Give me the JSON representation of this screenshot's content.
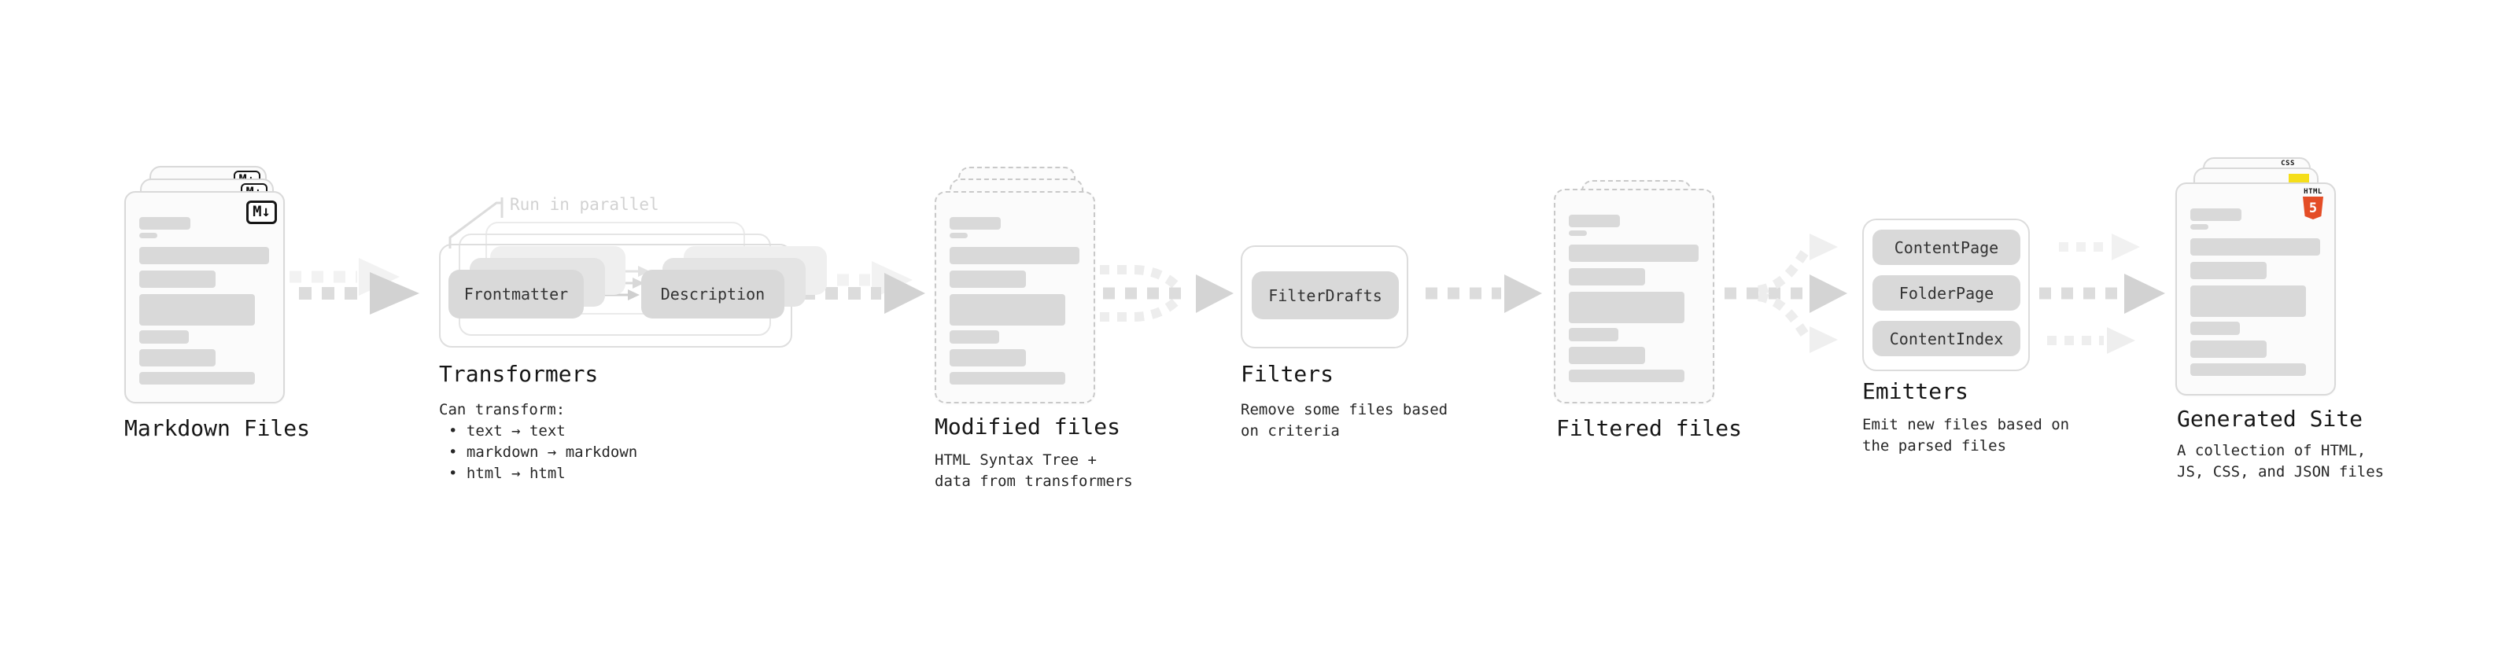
{
  "stages": {
    "markdown_files": {
      "title": "Markdown Files",
      "file_badge": "M↓"
    },
    "transformers": {
      "title": "Transformers",
      "annotation": "Run in parallel",
      "pill_left": "Frontmatter",
      "pill_right": "Description",
      "desc_heading": "Can transform:",
      "bullets": [
        "• text → text",
        "• markdown → markdown",
        "• html → html"
      ]
    },
    "modified_files": {
      "title": "Modified files",
      "desc": [
        "HTML Syntax Tree +",
        "data from transformers"
      ]
    },
    "filters": {
      "title": "Filters",
      "pill": "FilterDrafts",
      "desc": [
        "Remove some files based",
        "on criteria"
      ]
    },
    "filtered_files": {
      "title": "Filtered files"
    },
    "emitters": {
      "title": "Emitters",
      "pills": [
        "ContentPage",
        "FolderPage",
        "ContentIndex"
      ],
      "desc": [
        "Emit new files based on",
        "the parsed files"
      ]
    },
    "generated_site": {
      "title": "Generated Site",
      "desc": [
        "A collection of HTML,",
        "JS, CSS, and JSON files"
      ],
      "css_badge": "CSS",
      "html5_word": "HTML",
      "html5_number": "5"
    }
  },
  "colors": {
    "html5_orange": "#e44d26",
    "js_yellow": "#f5de19",
    "css_blue": "#2d53e5",
    "pill_gray": "#d9d9d9",
    "arrow_gray": "#d2d2d2",
    "arrow_light": "#efefef"
  }
}
